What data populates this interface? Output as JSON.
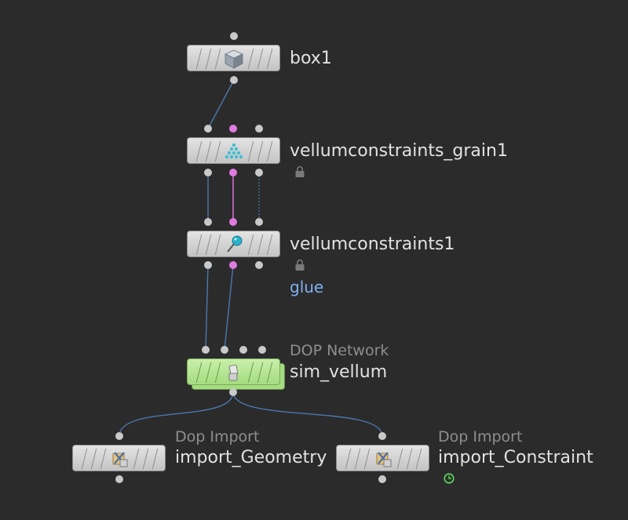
{
  "nodes": {
    "box1": {
      "name": "box1"
    },
    "grain": {
      "name": "vellumconstraints_grain1"
    },
    "vc1": {
      "name": "vellumconstraints1",
      "comment": "glue"
    },
    "sim": {
      "type": "DOP Network",
      "name": "sim_vellum"
    },
    "import_geo": {
      "type": "Dop Import",
      "name": "import_Geometry"
    },
    "import_con": {
      "type": "Dop Import",
      "name": "import_Constraint"
    }
  },
  "colors": {
    "background": "#2b2b2b",
    "node_body": "#d6d6d6",
    "dop_node_body": "#b6e692",
    "wire": "#4a78b0",
    "pink_wire": "#d070d0",
    "label": "#e2e2e2",
    "comment": "#7fb0ee"
  },
  "icons": {
    "box1": "cube-icon",
    "grain": "grains-icon",
    "vc1": "pushpin-icon",
    "sim": "dop-network-icon",
    "import": "dop-import-icon",
    "lock": "lock-icon",
    "time_dependent": "clock-icon"
  }
}
